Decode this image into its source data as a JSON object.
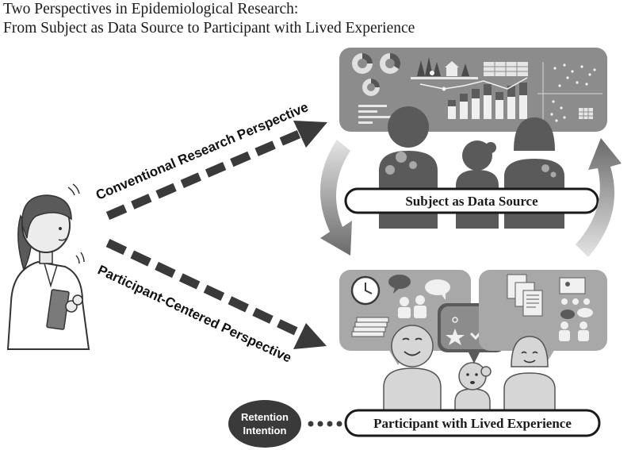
{
  "title": {
    "line1": "Two Perspectives in Epidemiological Research:",
    "line2": "From Subject as Data Source to Participant with Lived Experience"
  },
  "arrows": {
    "conventional_label": "Conventional Research Perspective",
    "participant_label": "Participant-Centered Perspective"
  },
  "top_panel": {
    "label": "Subject as Data Source"
  },
  "bottom_panel": {
    "label": "Participant with Lived Experience"
  },
  "retention": {
    "line1": "Retention",
    "line2": "Intention"
  },
  "colors": {
    "panel_fill": "#8c8c8c",
    "panel_light": "#a8a8a8",
    "figure_dark": "#5a5a5a",
    "figure_light": "#d6d6d6",
    "arrow_dark": "#3a3a3a",
    "text_dark": "#1a1a1a"
  }
}
